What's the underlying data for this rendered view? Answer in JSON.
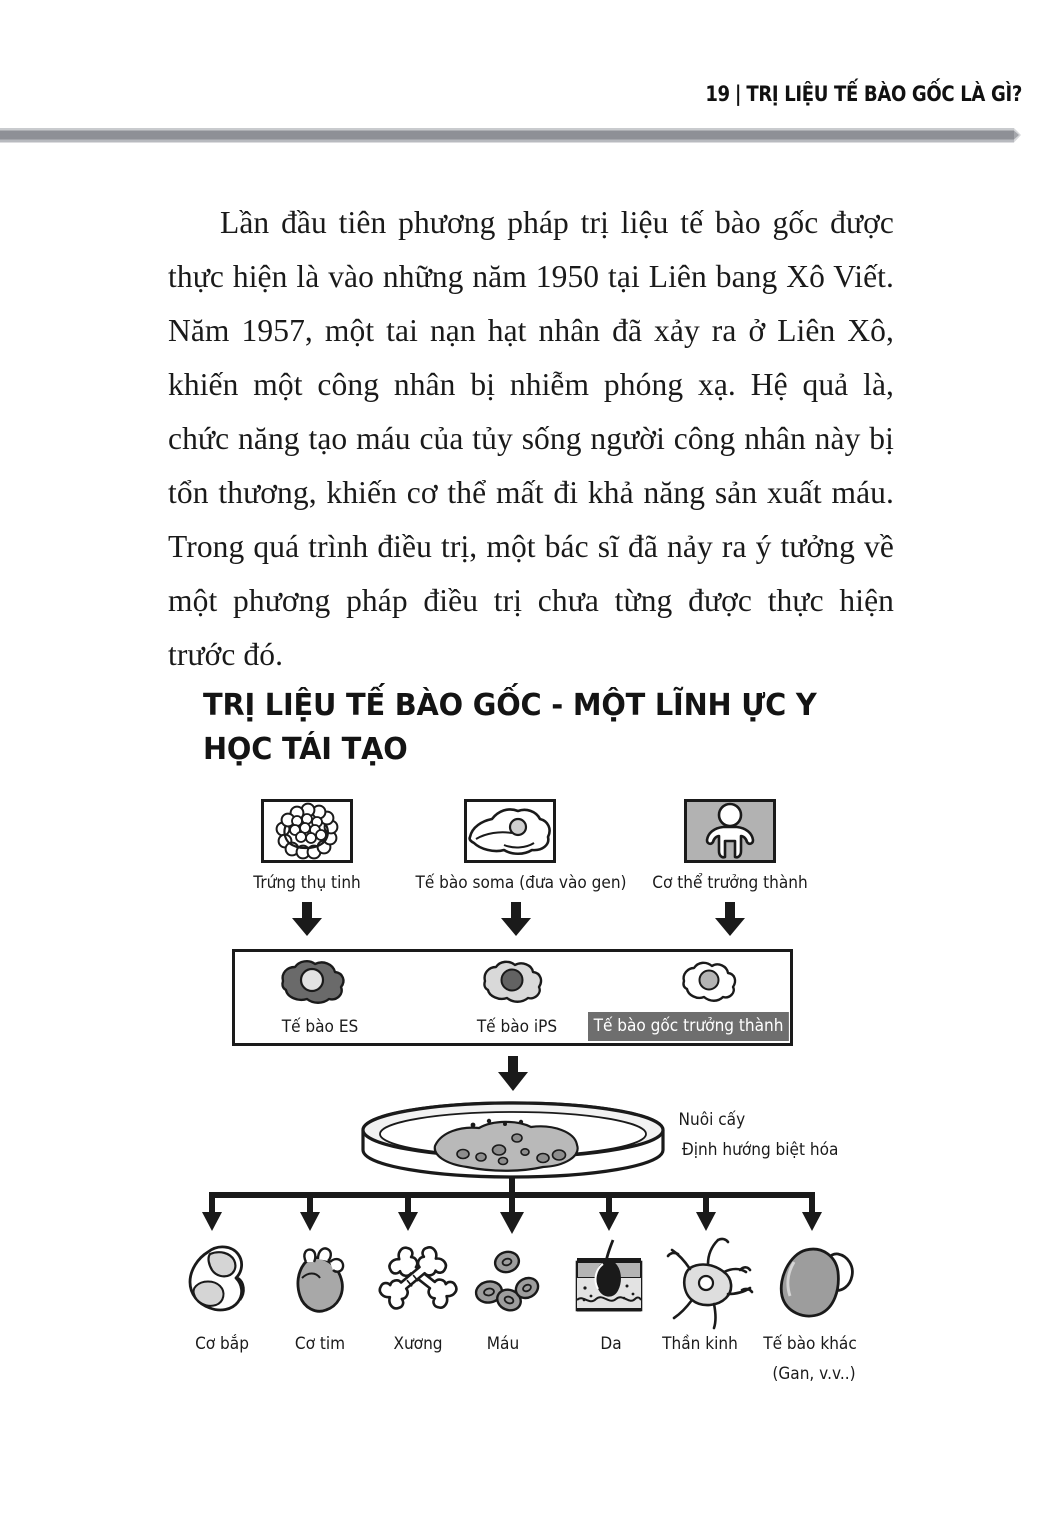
{
  "page": {
    "number": "19",
    "separator": "|",
    "running_head": "TRỊ LIỆU TẾ BÀO GỐC LÀ GÌ?"
  },
  "body": {
    "paragraph": "Lần đầu tiên phương pháp trị liệu tế bào gốc được thực hiện là vào những năm 1950 tại Liên bang Xô Viết. Năm 1957, một tai nạn hạt nhân đã xảy ra ở Liên Xô, khiến một công nhân bị nhiễm phóng xạ. Hệ quả là, chức năng tạo máu của tủy sống người công nhân này bị tổn thương, khiến cơ thể mất đi khả năng sản xuất máu. Trong quá trình điều trị, một bác sĩ đã nảy ra ý tưởng về một phương pháp điều trị chưa từng được thực hiện trước đó."
  },
  "figure": {
    "title": "TRỊ LIỆU TẾ BÀO GỐC - MỘT LĨNH ỰC Y HỌC TÁI TẠO",
    "sources": [
      {
        "label": "Trứng thụ tinh",
        "icon": "blastocyst-icon",
        "shaded": false
      },
      {
        "label": "Tế bào soma (đưa vào gen)",
        "icon": "soma-cell-icon",
        "shaded": false
      },
      {
        "label": "Cơ thể trưởng thành",
        "icon": "adult-body-icon",
        "shaded": true
      }
    ],
    "stem_cells": [
      {
        "label": "Tế bào ES",
        "icon": "es-cell-icon",
        "highlighted": false
      },
      {
        "label": "Tế bào iPS",
        "icon": "ips-cell-icon",
        "highlighted": false
      },
      {
        "label": "Tế bào gốc trưởng thành",
        "icon": "adult-stem-cell-icon",
        "highlighted": true
      }
    ],
    "culture": {
      "icon": "petri-dish-icon",
      "lines": [
        "Nuôi cấy",
        "Định hướng biệt hóa"
      ]
    },
    "outputs": [
      {
        "label": "Cơ bắp",
        "icon": "muscle-arm-icon"
      },
      {
        "label": "Cơ tim",
        "icon": "heart-icon"
      },
      {
        "label": "Xương",
        "icon": "bones-icon"
      },
      {
        "label": "Máu",
        "icon": "blood-cells-icon"
      },
      {
        "label": "Da",
        "icon": "skin-icon"
      },
      {
        "label": "Thần kinh",
        "icon": "neuron-icon"
      },
      {
        "label": "Tế bào khác",
        "sublabel": "(Gan, v.v..)",
        "icon": "liver-organ-icon"
      }
    ]
  },
  "colors": {
    "rule": "#9a9ca1",
    "ink": "#1a1a1a",
    "shade_light": "#d4d4d4",
    "shade_mid": "#b2b2b2",
    "shade_dark": "#6e6e6e",
    "highlight_bg": "#6e6e6e",
    "highlight_text": "#ffffff"
  }
}
